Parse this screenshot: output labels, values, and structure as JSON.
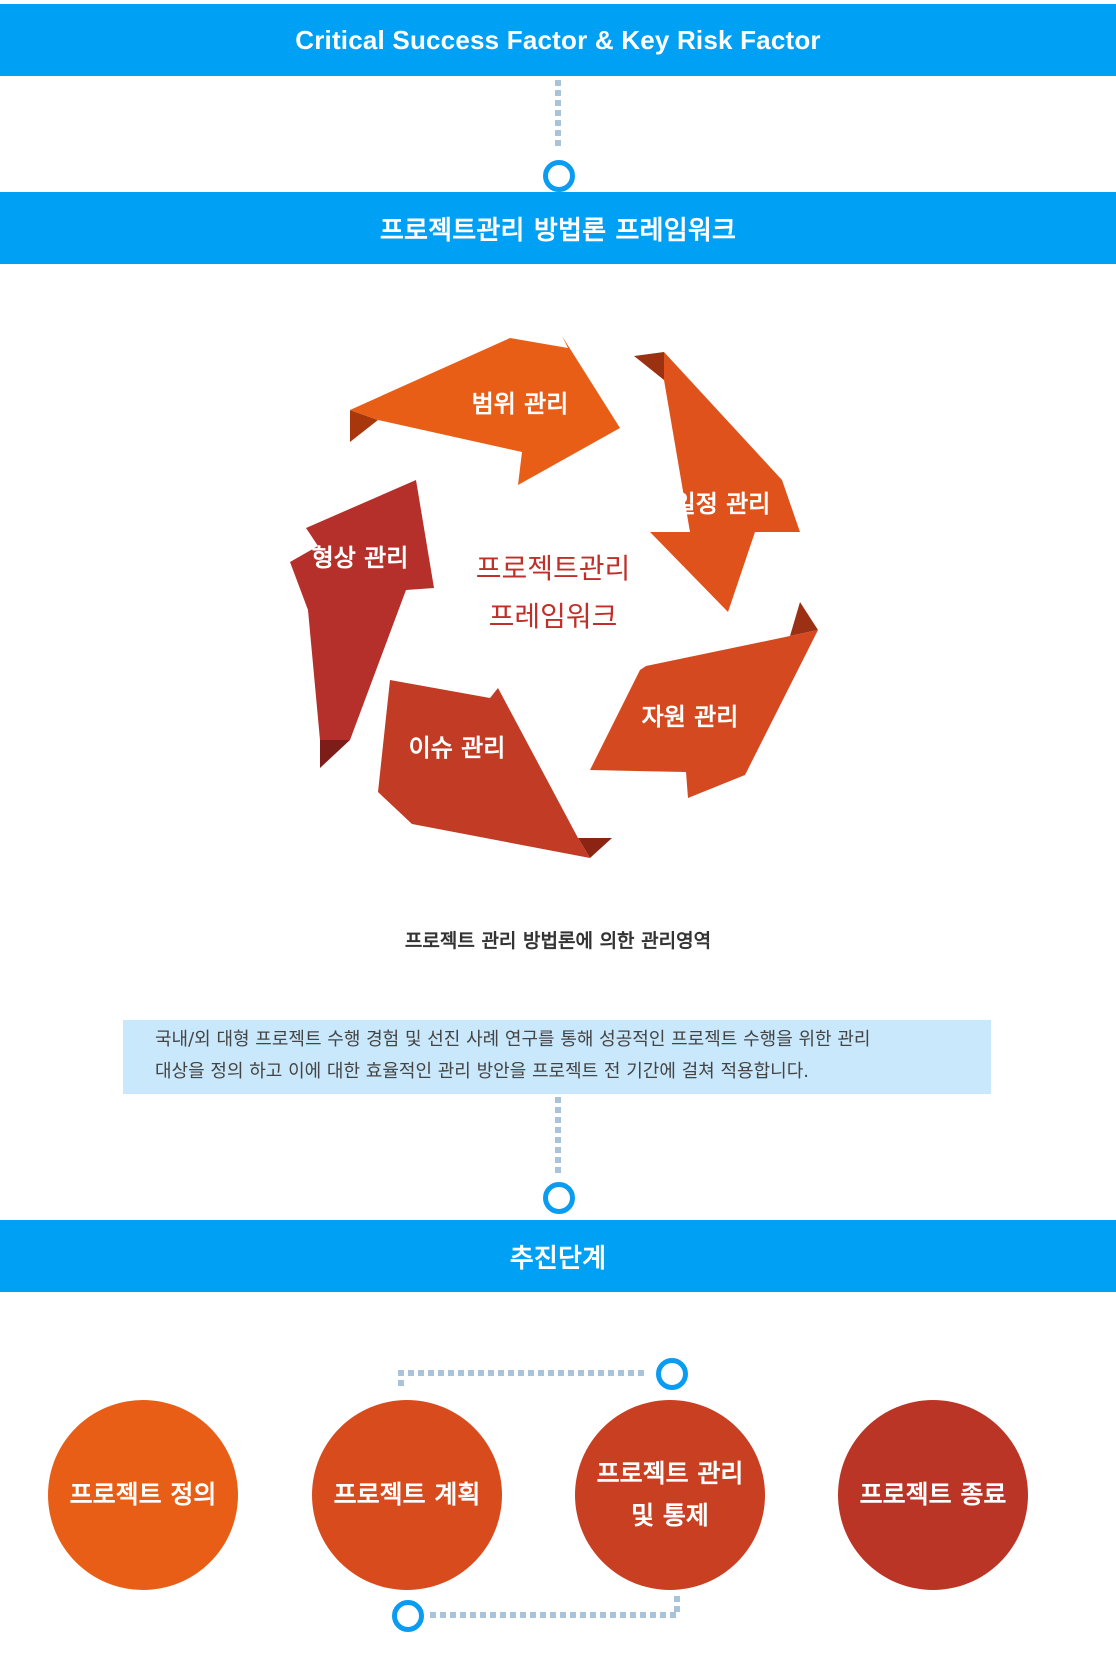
{
  "sections": {
    "csf": "Critical Success Factor & Key Risk Factor",
    "framework": "프로젝트관리 방법론 프레임워크",
    "stages": "추진단계"
  },
  "cycle": {
    "center_line1": "프로젝트관리",
    "center_line2": "프레임워크",
    "arrows": [
      {
        "label": "범위 관리",
        "color": "#e95e16"
      },
      {
        "label": "일정 관리",
        "color": "#e0521b"
      },
      {
        "label": "자원 관리",
        "color": "#d4491f"
      },
      {
        "label": "이슈 관리",
        "color": "#c23c25"
      },
      {
        "label": "형상 관리",
        "color": "#b5302a"
      }
    ]
  },
  "caption": "프로젝트 관리 방법론에 의한 관리영역",
  "description": {
    "line1": "국내/외 대형 프로젝트 수행 경험 및 선진 사례 연구를 통해 성공적인 프로젝트 수행을 위한 관리",
    "line2": "대상을 정의 하고 이에 대한 효율적인 관리 방안을 프로젝트 전 기간에 걸쳐 적용합니다."
  },
  "stages": [
    {
      "label": "프로젝트 정의",
      "color": "#e95e16"
    },
    {
      "label": "프로젝트 계획",
      "color": "#d84b1d"
    },
    {
      "label": "프로젝트 관리\n및 통제",
      "color": "#c83f22"
    },
    {
      "label": "프로젝트 종료",
      "color": "#bb3526"
    }
  ],
  "colors": {
    "band": "#00a0f5",
    "connector": "#a9c4da",
    "ring": "#0a9cf0",
    "center_text": "#c0302b",
    "description_bg": "#c9e8fb"
  }
}
